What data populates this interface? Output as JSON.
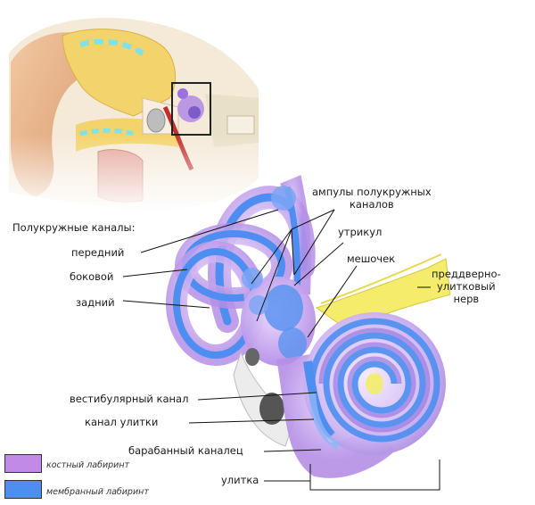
{
  "labels": {
    "heading": "Полукружные каналы:",
    "anterior": "передний",
    "lateral": "боковой",
    "posterior": "задний",
    "ampullae_line1": "ампулы полукружных",
    "ampullae_line2": "каналов",
    "utricle": "утрикул",
    "saccule": "мешочек",
    "nerve_line1": "преддверно-",
    "nerve_line2": "улитковый",
    "nerve_line3": "нерв",
    "scala_vestibuli": "вестибулярный канал",
    "cochlear_duct": "канал улитки",
    "scala_tympani": "барабанный каналец",
    "cochlea": "улитка"
  },
  "legend": [
    {
      "text": "костный лабиринт",
      "color": "#c08ae6"
    },
    {
      "text": "мембранный лабиринт",
      "color": "#4d8ef0"
    }
  ],
  "colors": {
    "bony": "#c8a0f0",
    "membranous": "#4d8ef0",
    "nerve": "#f4ec6a",
    "skin": "#e8b48a",
    "bone": "#efe6c8",
    "cartilage": "#f3d36b"
  }
}
